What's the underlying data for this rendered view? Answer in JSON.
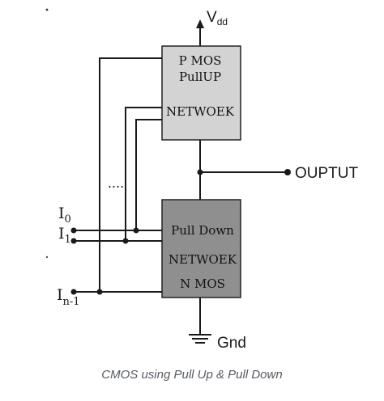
{
  "diagram": {
    "vdd_label": "V",
    "vdd_subscript": "dd",
    "pmos": {
      "line1": "P MOS",
      "line2": "PullUP",
      "line3": "NETWOEK",
      "fill": "#d3d3d3"
    },
    "nmos": {
      "line1": "Pull Down",
      "line2": "NETWOEK",
      "line3": "N MOS",
      "fill": "#8f8f8f"
    },
    "output_label": "OUPTUT",
    "gnd_label": "Gnd",
    "ellipsis": "....",
    "inputs": [
      {
        "main": "I",
        "sub": "0"
      },
      {
        "main": "I",
        "sub": "1"
      },
      {
        "main": "I",
        "sub": "n-1"
      }
    ]
  },
  "caption": "CMOS using Pull Up & Pull Down",
  "colors": {
    "wire": "#1a1a1a",
    "caption": "#555a63"
  }
}
